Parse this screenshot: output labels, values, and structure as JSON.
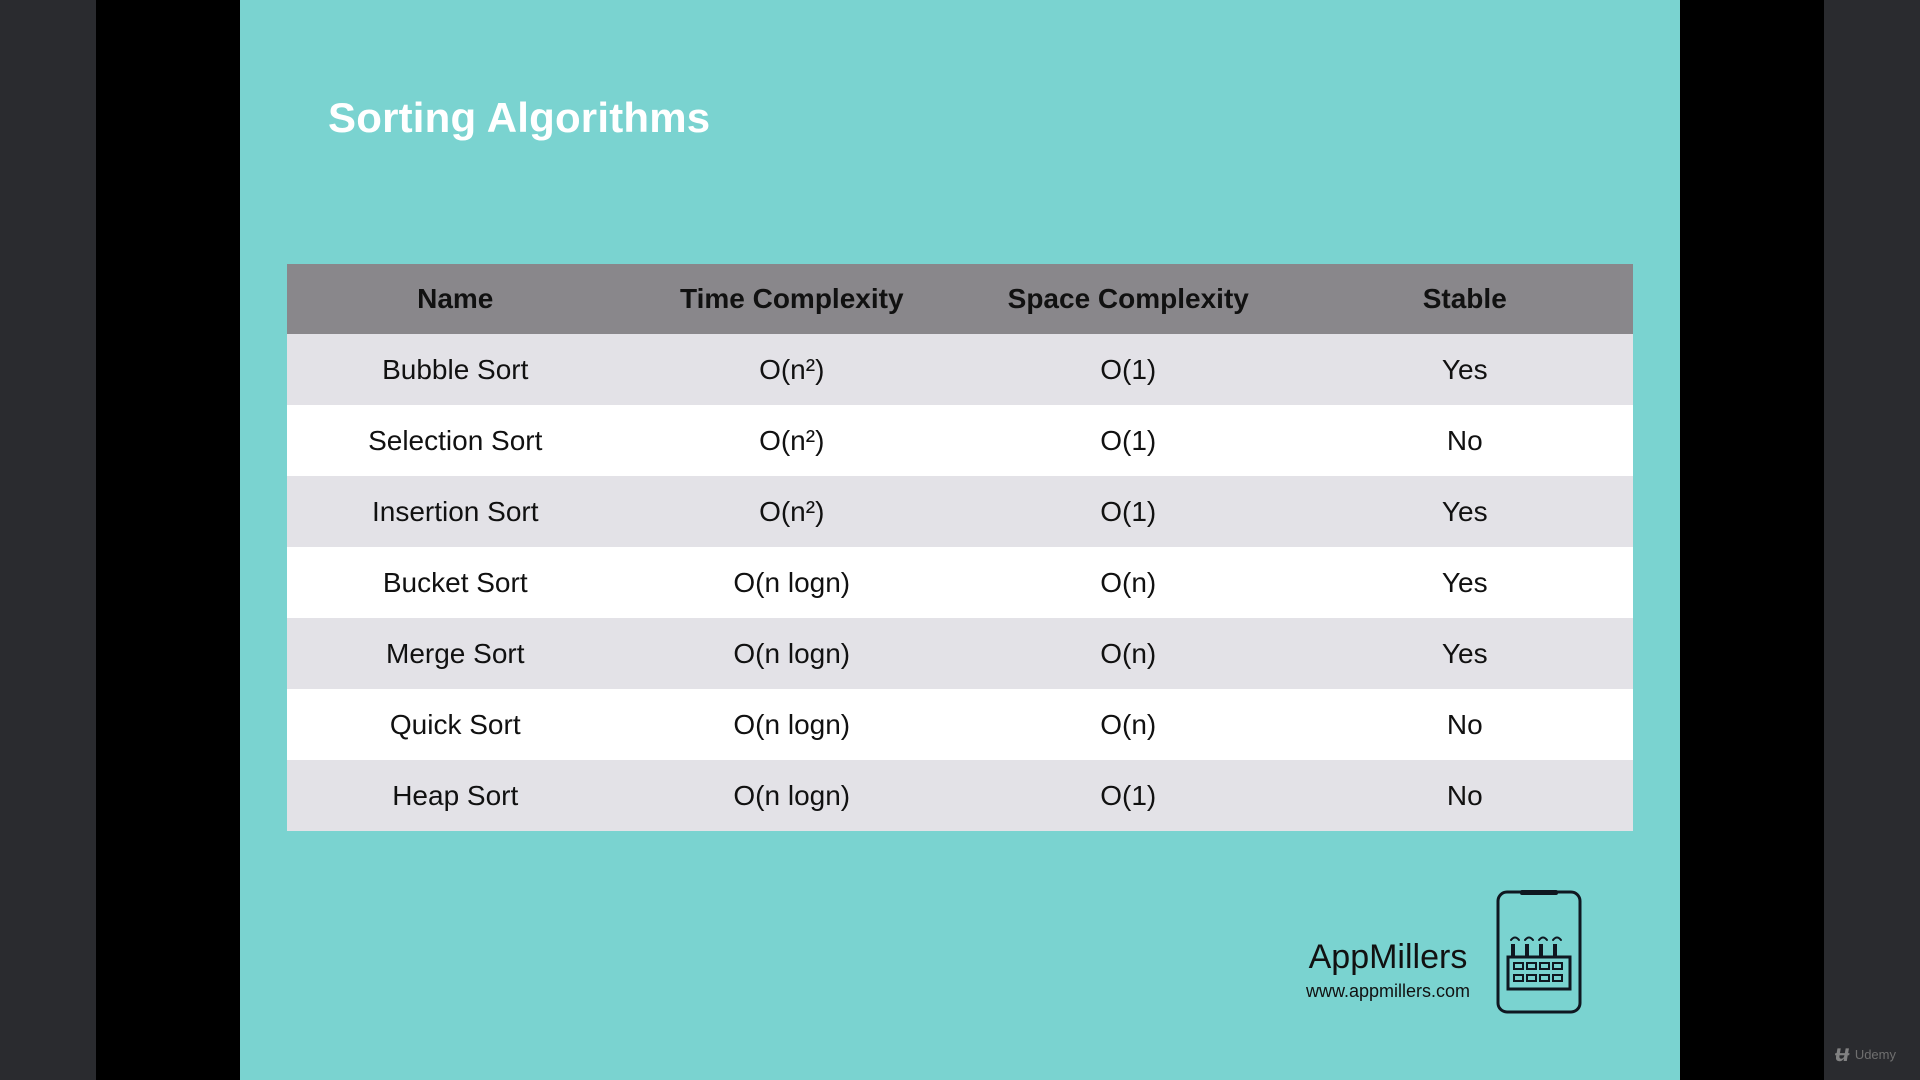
{
  "slide": {
    "title": "Sorting Algorithms"
  },
  "table": {
    "headers": [
      "Name",
      "Time Complexity",
      "Space Complexity",
      "Stable"
    ],
    "rows": [
      {
        "name": "Bubble Sort",
        "time": "O(n²)",
        "space": "O(1)",
        "stable": "Yes"
      },
      {
        "name": "Selection Sort",
        "time": "O(n²)",
        "space": "O(1)",
        "stable": "No"
      },
      {
        "name": "Insertion Sort",
        "time": "O(n²)",
        "space": "O(1)",
        "stable": "Yes"
      },
      {
        "name": "Bucket Sort",
        "time": "O(n logn)",
        "space": "O(n)",
        "stable": "Yes"
      },
      {
        "name": "Merge Sort",
        "time": "O(n logn)",
        "space": "O(n)",
        "stable": "Yes"
      },
      {
        "name": "Quick Sort",
        "time": "O(n logn)",
        "space": "O(n)",
        "stable": "No"
      },
      {
        "name": "Heap Sort",
        "time": "O(n logn)",
        "space": "O(1)",
        "stable": "No"
      }
    ]
  },
  "brand": {
    "name": "AppMillers",
    "url": "www.appmillers.com",
    "icon": "phone-factory-icon"
  },
  "watermark": {
    "label": "Udemy",
    "icon": "udemy-icon"
  },
  "colors": {
    "slide_background": "#7ad3d0",
    "table_header": "#89878b",
    "row_alt": "#e3e2e7",
    "row_plain": "#ffffff",
    "title_text": "#ffffff"
  }
}
